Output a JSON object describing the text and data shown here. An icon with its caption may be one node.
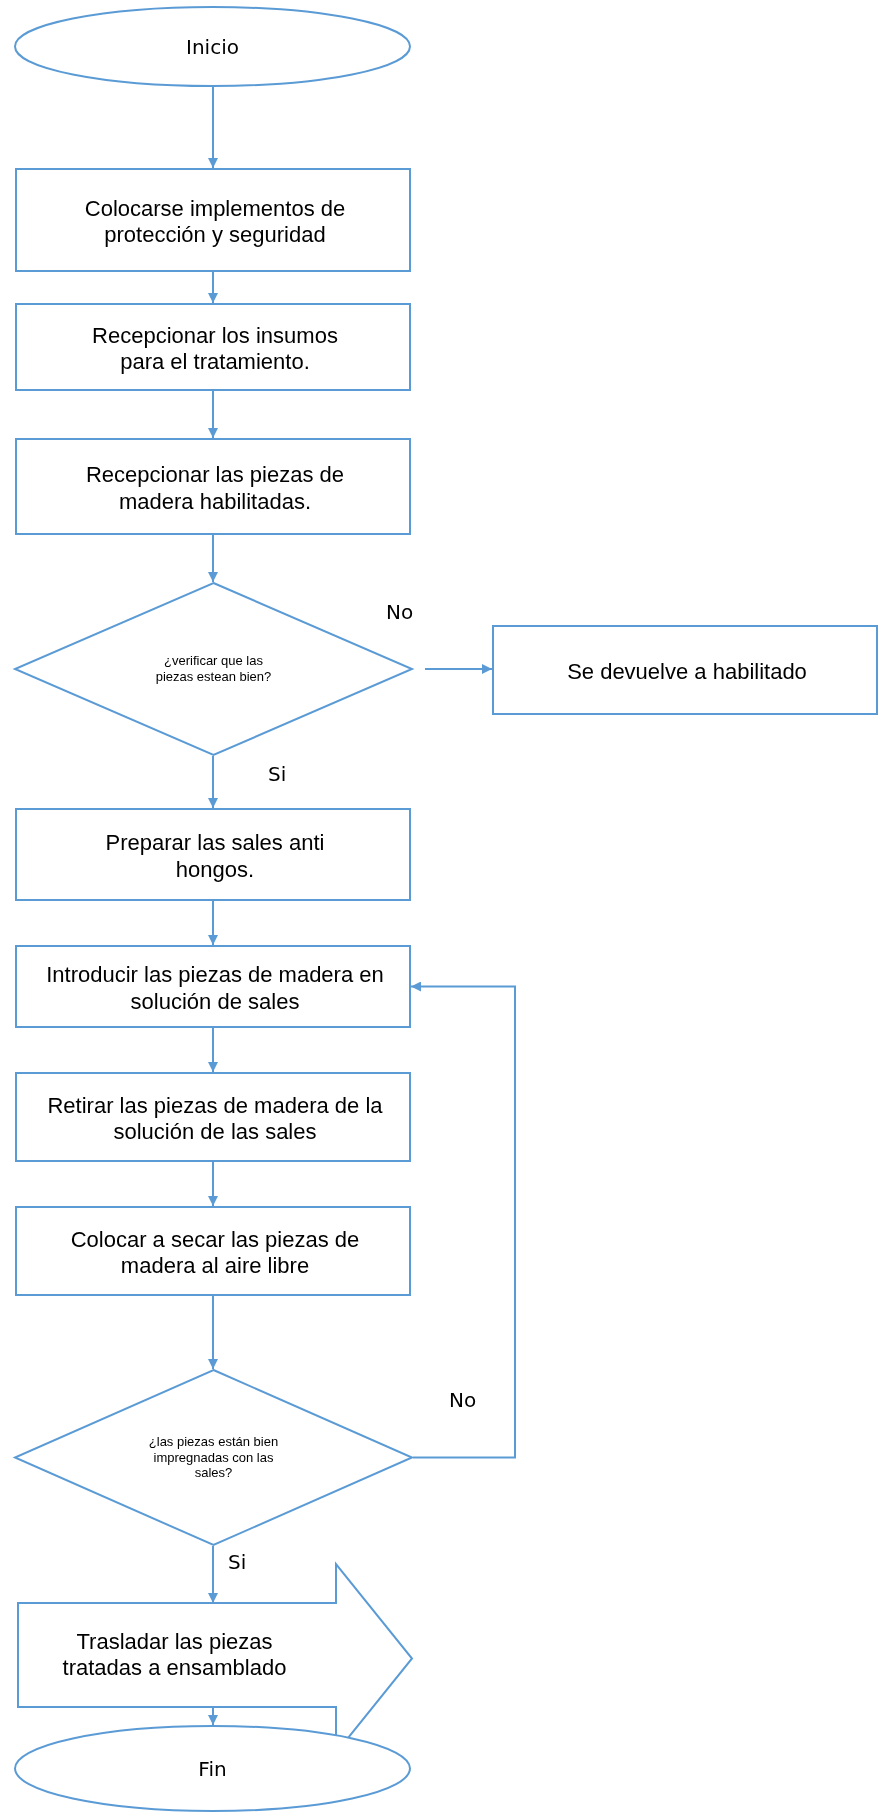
{
  "diagram": {
    "nodes": [
      {
        "text": [
          "Inicio"
        ]
      },
      {
        "text": [
          "Colocarse implementos de protección y seguridad"
        ]
      },
      {
        "text": [
          "Recepcionar los insumos para el tratamiento."
        ]
      },
      {
        "text": [
          "Recepcionar las piezas de madera habilitadas."
        ]
      },
      {
        "text": [
          "¿verificar que las piezas estean bien?"
        ]
      },
      {
        "text": [
          "Se devuelve a habilitado"
        ]
      },
      {
        "text": [
          "Preparar las sales anti hongos."
        ]
      },
      {
        "text": [
          "Introducir las piezas de madera en solución de sales"
        ]
      },
      {
        "text": [
          "Retirar las piezas de madera de la solución de las sales"
        ]
      },
      {
        "text": [
          "Colocar a secar las piezas de madera al aire libre"
        ]
      },
      {
        "text": [
          "¿las piezas están bien impregnadas con las sales?"
        ]
      },
      {
        "text": [
          "Trasladar las piezas tratadas a ensamblado"
        ]
      },
      {
        "text": [
          "Fin"
        ]
      }
    ],
    "edges": [
      {
        "from": 0,
        "to": 1,
        "arrow": "to"
      },
      {
        "from": 1,
        "to": 2,
        "arrow": "to"
      },
      {
        "from": 2,
        "to": 3,
        "arrow": "to"
      },
      {
        "from": 3,
        "to": 4,
        "arrow": "to"
      },
      {
        "from": 4,
        "to": 5,
        "arrow": "to",
        "label": "No"
      },
      {
        "from": 4,
        "to": 6,
        "arrow": "to",
        "label": "Si"
      },
      {
        "from": 6,
        "to": 7,
        "arrow": "to"
      },
      {
        "from": 7,
        "to": 8,
        "arrow": "to"
      },
      {
        "from": 8,
        "to": 9,
        "arrow": "to"
      },
      {
        "from": 9,
        "to": 10,
        "arrow": "to"
      },
      {
        "from": 10,
        "to": 7,
        "arrow": "to",
        "label": "No"
      },
      {
        "from": 10,
        "to": 11,
        "arrow": "to",
        "label": "Si"
      },
      {
        "from": 11,
        "to": 12,
        "arrow": "to"
      }
    ]
  }
}
